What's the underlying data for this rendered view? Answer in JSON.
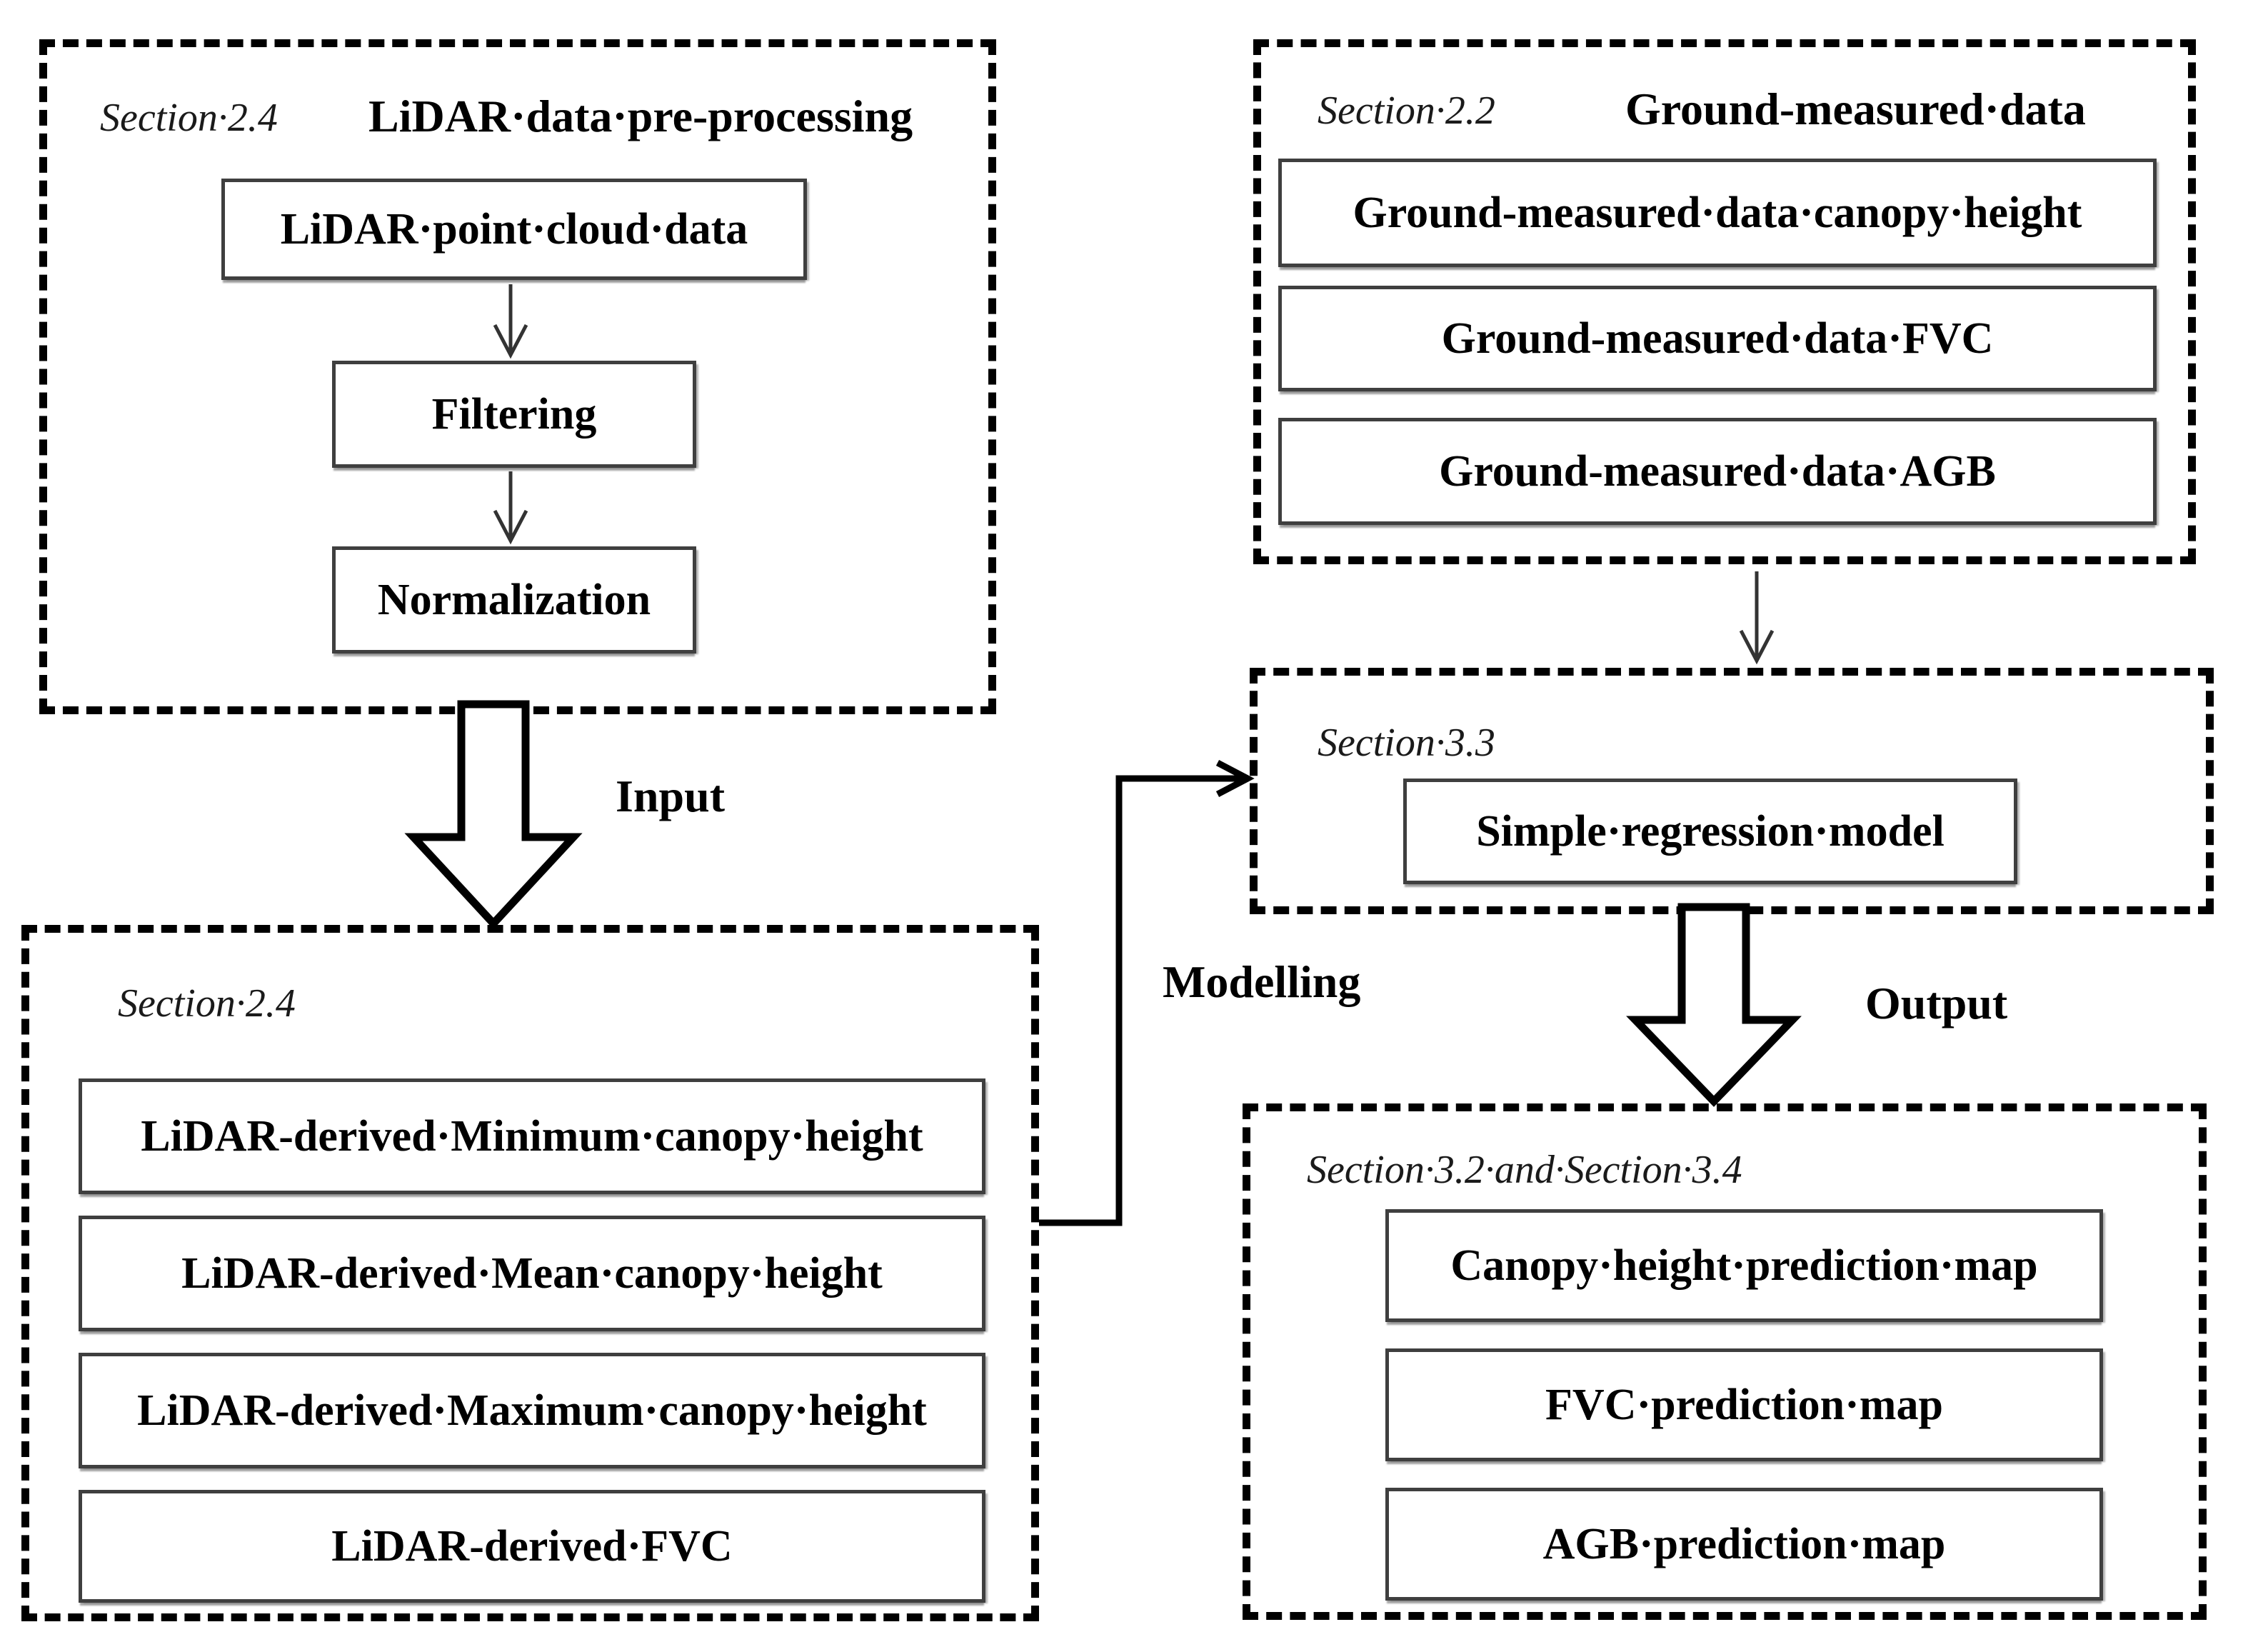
{
  "figure": {
    "groups": {
      "lidar_preprocessing": {
        "section": "Section·2.4",
        "title": "LiDAR·data·pre-processing",
        "boxes": [
          "LiDAR·point·cloud·data",
          "Filtering",
          "Normalization"
        ]
      },
      "ground_measured": {
        "section": "Section·2.2",
        "title": "Ground-measured·data",
        "boxes": [
          "Ground-measured·data·canopy·height",
          "Ground-measured·data·FVC",
          "Ground-measured·data·AGB"
        ]
      },
      "lidar_derived": {
        "section": "Section·2.4",
        "boxes": [
          "LiDAR-derived·Minimum·canopy·height",
          "LiDAR-derived·Mean·canopy·height",
          "LiDAR-derived·Maximum·canopy·height",
          "LiDAR-derived·FVC"
        ]
      },
      "regression": {
        "section": "Section·3.3",
        "boxes": [
          "Simple·regression·model"
        ]
      },
      "prediction_outputs": {
        "section": "Section·3.2·and·Section·3.4",
        "boxes": [
          "Canopy·height·prediction·map",
          "FVC·prediction·map",
          "AGB·prediction·map"
        ]
      }
    },
    "arrow_labels": {
      "input": "Input",
      "modelling": "Modelling",
      "output": "Output"
    },
    "colors": {
      "ink": "#000000",
      "box_border": "#3f3f3f",
      "background": "#ffffff"
    }
  }
}
